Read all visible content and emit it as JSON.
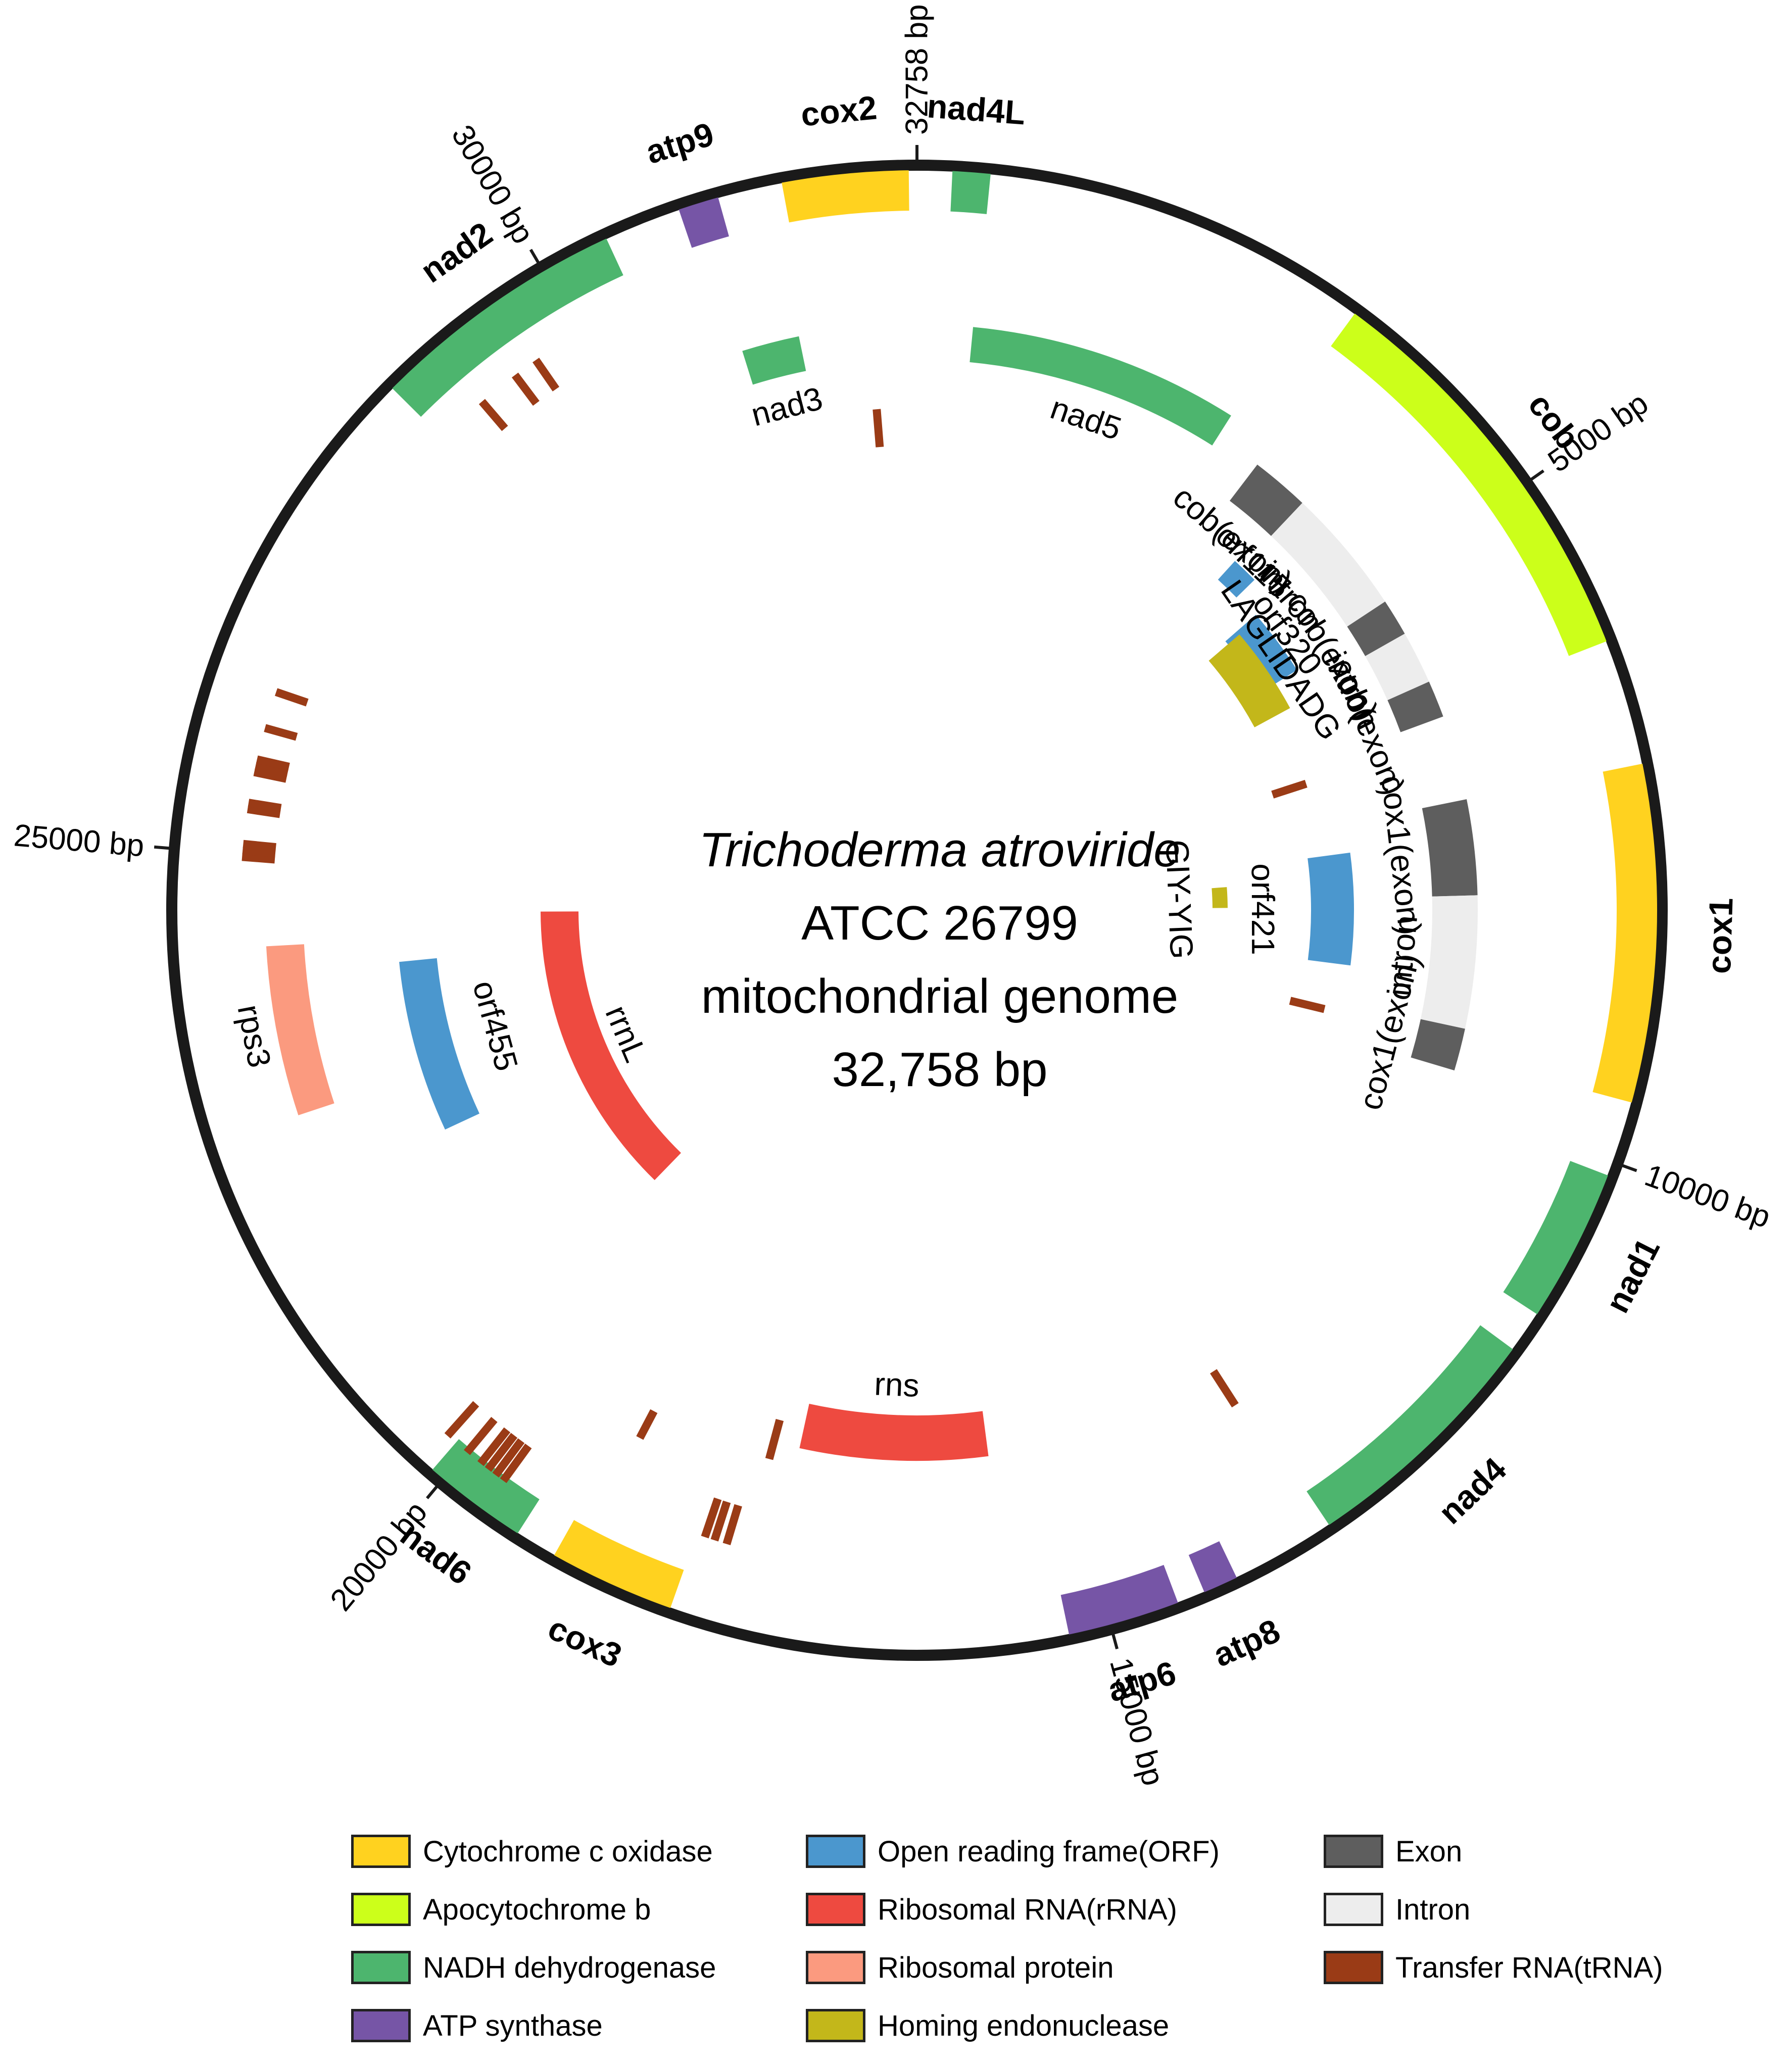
{
  "title": {
    "line1": "Trichoderma atroviride",
    "line2": "ATCC 26799",
    "line3": "mitochondrial genome",
    "line4": "32,758 bp"
  },
  "genome_length": 32758,
  "ticks": [
    {
      "pos": 0,
      "label": "32758 bp"
    },
    {
      "pos": 5000,
      "label": "5000 bp"
    },
    {
      "pos": 10000,
      "label": "10000 bp"
    },
    {
      "pos": 15000,
      "label": "15000 bp"
    },
    {
      "pos": 20000,
      "label": "20000 bp"
    },
    {
      "pos": 25000,
      "label": "25000 bp"
    },
    {
      "pos": 30000,
      "label": "30000 bp"
    }
  ],
  "colors": {
    "cytochrome_c_oxidase": "#FFD21F",
    "apocytochrome_b": "#CCFF1A",
    "nadh_dehydrogenase": "#4DB56E",
    "atp_synthase": "#7655A6",
    "orf": "#4B97CE",
    "rrna": "#EE4A40",
    "ribosomal_protein": "#FB9A7F",
    "homing_endonuclease": "#C3B71A",
    "exon": "#5E5E5E",
    "intron": "#EDEDED",
    "trna": "#9A3B16"
  },
  "features": [
    {
      "name": "cox2",
      "track": "outer",
      "start": 31800,
      "end": 32700,
      "color": "cytochrome_c_oxidase",
      "label": "cox2",
      "bold": true
    },
    {
      "name": "atp9",
      "track": "outer",
      "start": 31050,
      "end": 31340,
      "color": "atp_synthase",
      "label": "atp9",
      "bold": true
    },
    {
      "name": "nad4L",
      "track": "outer",
      "start": 250,
      "end": 520,
      "color": "nadh_dehydrogenase",
      "label": "nad4L",
      "bold": true
    },
    {
      "name": "cob",
      "track": "outer",
      "start": 3300,
      "end": 6250,
      "color": "apocytochrome_b",
      "label": "cob",
      "bold": true
    },
    {
      "name": "cox1",
      "track": "outer",
      "start": 7150,
      "end": 9560,
      "color": "cytochrome_c_oxidase",
      "label": "cox1",
      "bold": true
    },
    {
      "name": "nad1",
      "track": "outer",
      "start": 10100,
      "end": 11200,
      "color": "nadh_dehydrogenase",
      "label": "nad1",
      "bold": true
    },
    {
      "name": "nad4",
      "track": "outer",
      "start": 11500,
      "end": 13300,
      "color": "nadh_dehydrogenase",
      "label": "nad4",
      "bold": true
    },
    {
      "name": "atp8",
      "track": "outer",
      "start": 14050,
      "end": 14300,
      "color": "atp_synthase",
      "label": "atp8",
      "bold": true
    },
    {
      "name": "atp6",
      "track": "outer",
      "start": 14500,
      "end": 15300,
      "color": "atp_synthase",
      "label": "atp6",
      "bold": true
    },
    {
      "name": "cox3",
      "track": "outer",
      "start": 18150,
      "end": 19050,
      "color": "cytochrome_c_oxidase",
      "label": "cox3",
      "bold": true
    },
    {
      "name": "nad6",
      "track": "outer",
      "start": 19350,
      "end": 20100,
      "color": "nadh_dehydrogenase",
      "label": "nad6",
      "bold": true
    },
    {
      "name": "nad2",
      "track": "outer",
      "start": 28650,
      "end": 30500,
      "color": "nadh_dehydrogenase",
      "label": "nad2",
      "bold": true
    },
    {
      "name": "rps3",
      "track": "rps",
      "start": 22900,
      "end": 24280,
      "color": "ribosomal_protein",
      "label": "rps3",
      "bold": false
    },
    {
      "name": "nad5",
      "track": "nad5",
      "start": 500,
      "end": 2950,
      "color": "nadh_dehydrogenase",
      "label": "nad5",
      "bold": false
    },
    {
      "name": "nad3",
      "track": "nad3",
      "start": 31180,
      "end": 31700,
      "color": "nadh_dehydrogenase",
      "label": "nad3",
      "bold": false
    },
    {
      "name": "rrnL",
      "track": "rrnL",
      "start": 20400,
      "end": 24550,
      "color": "rrna",
      "label": "rrnL",
      "bold": false
    },
    {
      "name": "rns",
      "track": "rns",
      "start": 15700,
      "end": 17500,
      "color": "rrna",
      "label": "rns",
      "bold": false
    },
    {
      "name": "orf455",
      "track": "orf455",
      "start": 22300,
      "end": 24050,
      "color": "orf",
      "label": "orf455",
      "bold": false
    },
    {
      "name": "orf115",
      "track": "orf115",
      "start": 3850,
      "end": 4150,
      "color": "orf",
      "label": "orf115",
      "bold": false
    },
    {
      "name": "orf320",
      "track": "orf320",
      "start": 4450,
      "end": 5250,
      "color": "orf",
      "label": "orf320",
      "bold": false
    },
    {
      "name": "orf421",
      "track": "orf421",
      "start": 7500,
      "end": 8850,
      "color": "orf",
      "label": "orf421",
      "bold": false
    },
    {
      "name": "LAGLIDADG",
      "track": "laglidadg",
      "start": 4500,
      "end": 5600,
      "color": "homing_endonuclease",
      "label": "LAGLIDADG",
      "bold": false
    },
    {
      "name": "GIY-YIG",
      "track": "giyyig",
      "start": 7800,
      "end": 8150,
      "color": "homing_endonuclease",
      "label": "GIY-YIG",
      "bold": false
    },
    {
      "name": "cob-exon-1",
      "track": "exon",
      "start": 3400,
      "end": 3950,
      "color": "exon",
      "label": "cob(exon)",
      "bold": false
    },
    {
      "name": "cob-intron-1",
      "track": "exon",
      "start": 3950,
      "end": 5150,
      "color": "intron",
      "label": "intron",
      "bold": false
    },
    {
      "name": "cob-exon-2",
      "track": "exon",
      "start": 5150,
      "end": 5500,
      "color": "exon",
      "label": "cob(exon)",
      "bold": false
    },
    {
      "name": "cob-intron-2",
      "track": "exon",
      "start": 5500,
      "end": 6000,
      "color": "intron",
      "label": "intron",
      "bold": false
    },
    {
      "name": "cob-exon-3",
      "track": "exon",
      "start": 6000,
      "end": 6350,
      "color": "exon",
      "label": "cob(exon)",
      "bold": false
    },
    {
      "name": "cox1-exon-1",
      "track": "exon",
      "start": 7150,
      "end": 8050,
      "color": "exon",
      "label": "cox1(exon)",
      "bold": false
    },
    {
      "name": "cox1-intron",
      "track": "exon",
      "start": 8050,
      "end": 9300,
      "color": "intron",
      "label": "intron",
      "bold": false
    },
    {
      "name": "cox1-exon-2",
      "track": "exon",
      "start": 9300,
      "end": 9700,
      "color": "exon",
      "label": "cox1(exon)",
      "bold": false
    }
  ],
  "trnas": [
    {
      "track": "a",
      "pos": 32340
    },
    {
      "track": "b",
      "pos": 6550
    },
    {
      "track": "c",
      "pos": 9430
    },
    {
      "track": "d",
      "pos": 13400
    },
    {
      "track": "e",
      "pos": 17900
    },
    {
      "track": "e",
      "pos": 18000
    },
    {
      "track": "e",
      "pos": 18080
    },
    {
      "track": "f",
      "pos": 17750
    },
    {
      "track": "g",
      "pos": 18900
    },
    {
      "track": "h",
      "pos": 19650
    },
    {
      "track": "h",
      "pos": 19720
    },
    {
      "track": "h",
      "pos": 19790
    },
    {
      "track": "h",
      "pos": 19860
    },
    {
      "track": "h",
      "pos": 19990
    },
    {
      "track": "h",
      "pos": 20180
    },
    {
      "track": "i",
      "pos": 24980
    },
    {
      "track": "i",
      "pos": 25030
    },
    {
      "track": "i",
      "pos": 25080
    },
    {
      "track": "i",
      "pos": 25350
    },
    {
      "track": "i",
      "pos": 25400
    },
    {
      "track": "i",
      "pos": 25640
    },
    {
      "track": "i",
      "pos": 25690
    },
    {
      "track": "i",
      "pos": 25740
    },
    {
      "track": "i",
      "pos": 25990
    },
    {
      "track": "i",
      "pos": 26280
    },
    {
      "track": "j",
      "pos": 29070
    },
    {
      "track": "j",
      "pos": 29400
    },
    {
      "track": "j",
      "pos": 29600
    }
  ],
  "legend": {
    "col1": [
      {
        "label": "Cytochrome c oxidase",
        "color": "cytochrome_c_oxidase"
      },
      {
        "label": "Apocytochrome b",
        "color": "apocytochrome_b"
      },
      {
        "label": "NADH dehydrogenase",
        "color": "nadh_dehydrogenase"
      },
      {
        "label": "ATP synthase",
        "color": "atp_synthase"
      }
    ],
    "col2": [
      {
        "label": "Open reading frame(ORF)",
        "color": "orf"
      },
      {
        "label": "Ribosomal RNA(rRNA)",
        "color": "rrna"
      },
      {
        "label": "Ribosomal protein",
        "color": "ribosomal_protein"
      },
      {
        "label": "Homing endonuclease",
        "color": "homing_endonuclease"
      }
    ],
    "col3": [
      {
        "label": "Exon",
        "color": "exon"
      },
      {
        "label": "Intron",
        "color": "intron"
      },
      {
        "label": "Transfer RNA(tRNA)",
        "color": "trna"
      }
    ]
  }
}
